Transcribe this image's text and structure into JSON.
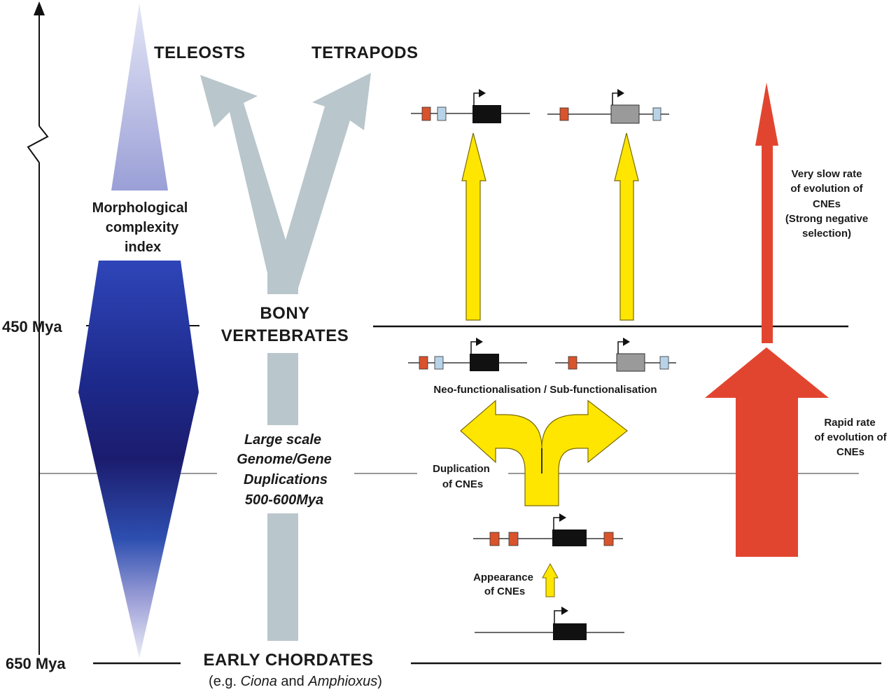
{
  "time_axis": {
    "top_label": "450 Mya",
    "bottom_label": "650 Mya"
  },
  "complexity_index": {
    "label_line1": "Morphological",
    "label_line2": "complexity",
    "label_line3": "index"
  },
  "lineages": {
    "left_branch": "TELEOSTS",
    "right_branch": "TETRAPODS",
    "middle_line1": "BONY",
    "middle_line2": "VERTEBRATES",
    "base": "EARLY CHORDATES",
    "base_note_prefix": "(e.g. ",
    "base_note_genus1": "Ciona",
    "base_note_and": " and ",
    "base_note_genus2": "Amphioxus",
    "base_note_suffix": ")"
  },
  "duplication_event": {
    "line1": "Large scale",
    "line2": "Genome/Gene",
    "line3": "Duplications",
    "line4": "500-600Mya"
  },
  "process_labels": {
    "duplication_line1": "Duplication",
    "duplication_line2": "of CNEs",
    "neo_sub": "Neo-functionalisation / Sub-functionalisation",
    "appearance_line1": "Appearance",
    "appearance_line2": "of CNEs"
  },
  "rate_labels": {
    "slow_line1": "Very slow rate",
    "slow_line2": "of evolution of",
    "slow_line3": "CNEs",
    "slow_line4": "(Strong negative",
    "slow_line5": "selection)",
    "rapid_line1": "Rapid rate",
    "rapid_line2": "of evolution of",
    "rapid_line3": "CNEs"
  },
  "colors": {
    "cne_orange": "#d9532c",
    "cne_blue": "#b8d3e8",
    "gene_black": "#111111",
    "gene_grey": "#9a9a9a",
    "yellow_arrow": "#ffe600",
    "red_arrow": "#e2452f",
    "lineage_grey": "#b9c6cc",
    "complexity_dark": "#1c1f78",
    "complexity_light": "#cfd2ee"
  }
}
